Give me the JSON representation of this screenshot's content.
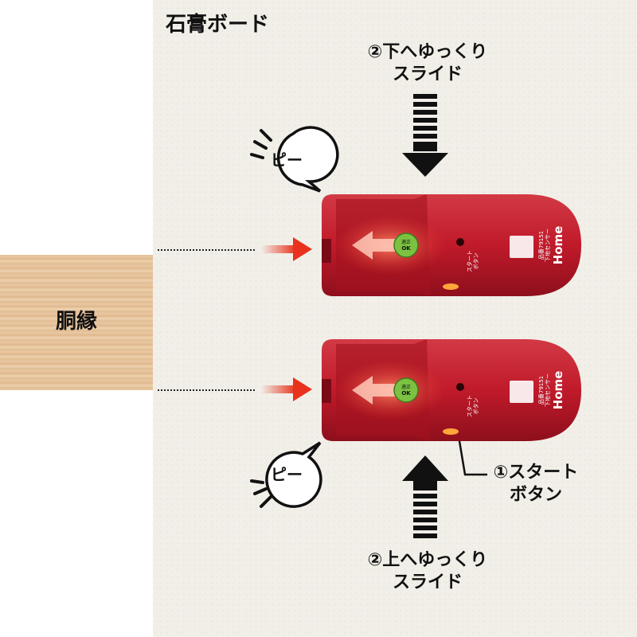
{
  "wall_label": "石膏ボード",
  "stud_label": "胴縁",
  "instructions": {
    "slide_down_line1": "②下へゆっくり",
    "slide_down_line2": "スライド",
    "slide_up_line1": "②上へゆっくり",
    "slide_up_line2": "スライド",
    "start_button_line1": "①スタート",
    "start_button_line2": "ボタン"
  },
  "beep_text": "ピー",
  "device": {
    "brand": "Home",
    "model": "品番79151",
    "product": "下地センサー",
    "indicator": "適正",
    "indicator_ok": "OK",
    "start_label_line1": "スタート",
    "start_label_line2": "ボタン"
  },
  "colors": {
    "device_red": "#c81e2c",
    "indicator_green": "#7cc242",
    "arrow_red": "#e8321e"
  }
}
